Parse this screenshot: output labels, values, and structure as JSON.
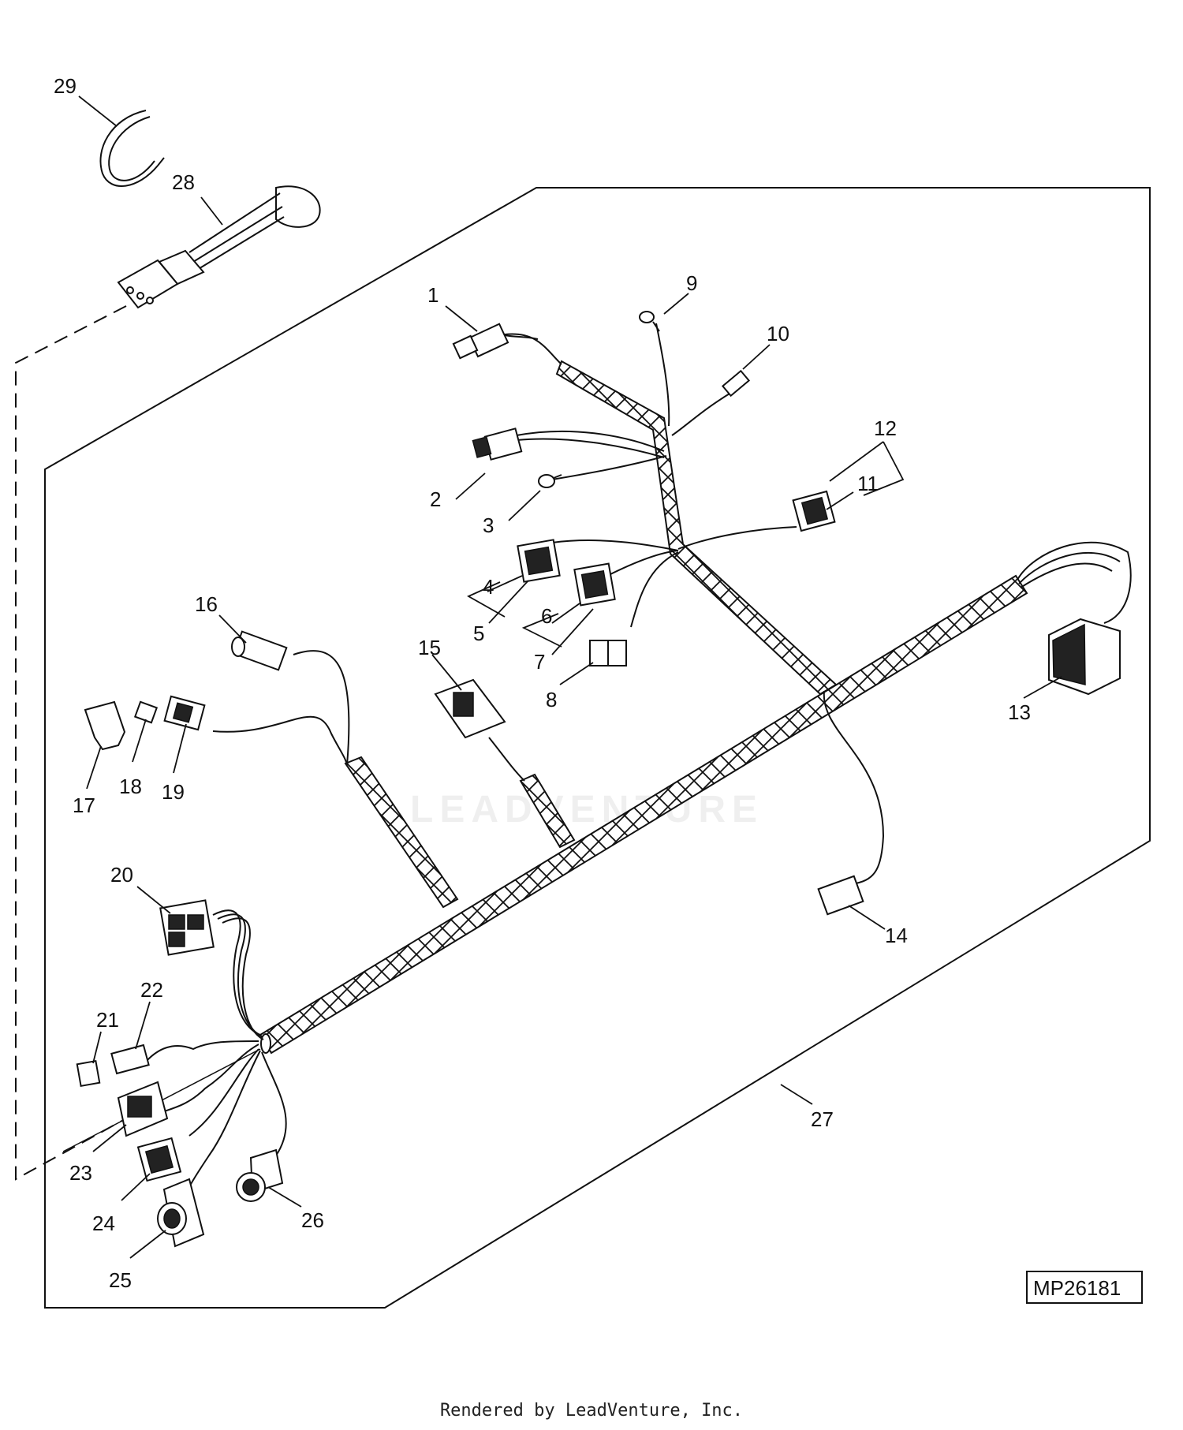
{
  "diagram_code": "MP26181",
  "footer_text": "Rendered by LeadVenture, Inc.",
  "watermark_text": "LEADVENTURE",
  "callouts": {
    "c1": "1",
    "c2": "2",
    "c3": "3",
    "c4": "4",
    "c5": "5",
    "c6": "6",
    "c7": "7",
    "c8": "8",
    "c9": "9",
    "c10": "10",
    "c11": "11",
    "c12": "12",
    "c13": "13",
    "c14": "14",
    "c15": "15",
    "c16": "16",
    "c17": "17",
    "c18": "18",
    "c19": "19",
    "c20": "20",
    "c21": "21",
    "c22": "22",
    "c23": "23",
    "c24": "24",
    "c25": "25",
    "c26": "26",
    "c27": "27",
    "c28": "28",
    "c29": "29"
  }
}
